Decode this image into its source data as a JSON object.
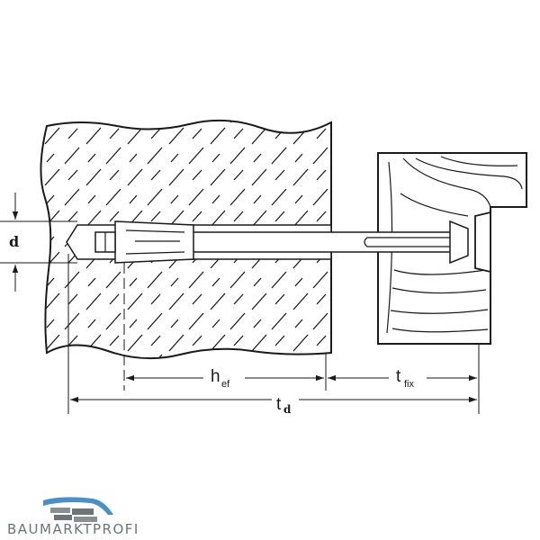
{
  "labels": {
    "diameter": "d",
    "embedment": "h",
    "embedment_sub": "ef",
    "fixture": "t",
    "fixture_sub": "fix",
    "total_depth": "t",
    "total_depth_sub": "d"
  },
  "brand": {
    "logo_text": "BAUMARKTPROFI",
    "logo_color": "#4a90c8",
    "text_color": "#6f7478"
  },
  "colors": {
    "line": "#1a1a1a",
    "background": "#ffffff"
  }
}
